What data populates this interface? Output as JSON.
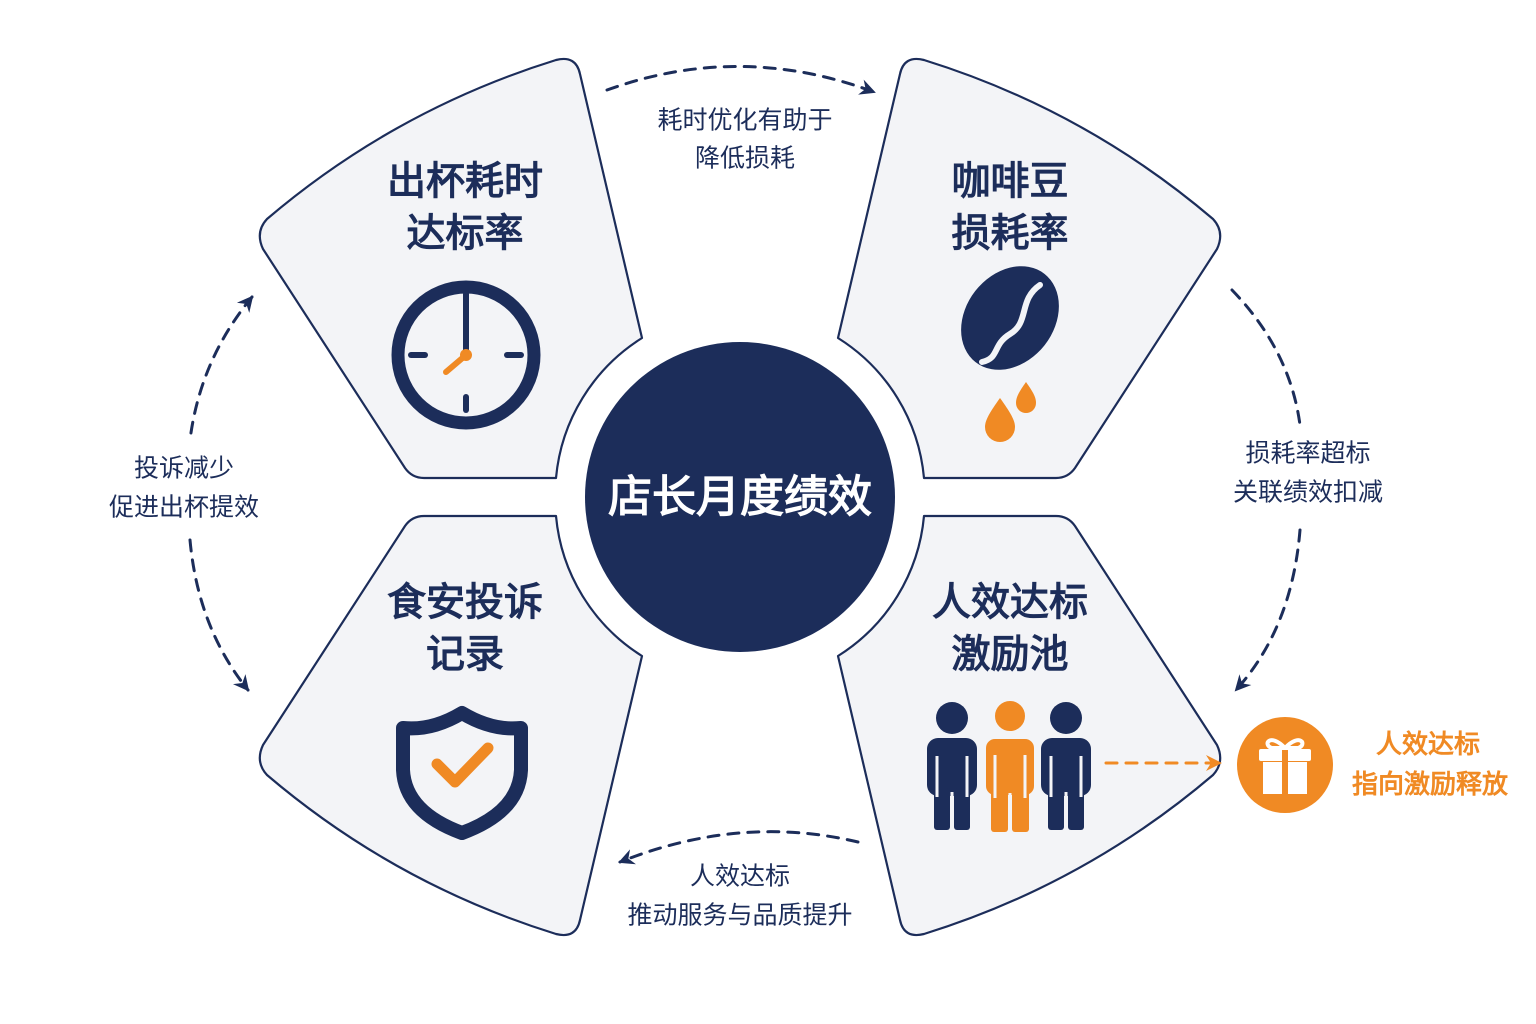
{
  "center": {
    "label": "店长月度绩效"
  },
  "panels": {
    "top_left": {
      "line1": "出杯耗时",
      "line2": "达标率",
      "icon": "clock-icon"
    },
    "top_right": {
      "line1": "咖啡豆",
      "line2": "损耗率",
      "icon": "coffee-bean-icon"
    },
    "bottom_left": {
      "line1": "食安投诉",
      "line2": "记录",
      "icon": "shield-check-icon"
    },
    "bottom_right": {
      "line1": "人效达标",
      "line2": "激励池",
      "icon": "people-icon"
    }
  },
  "links": {
    "top": {
      "line1": "耗时优化有助于",
      "line2": "降低损耗"
    },
    "right": {
      "line1": "损耗率超标",
      "line2": "关联绩效扣减"
    },
    "bottom": {
      "line1": "人效达标",
      "line2": "推动服务与品质提升"
    },
    "left": {
      "line1": "投诉减少",
      "line2": "促进出杯提效"
    }
  },
  "reward": {
    "line1": "人效达标",
    "line2": "指向激励释放",
    "icon": "gift-icon"
  },
  "colors": {
    "navy": "#1c2d5a",
    "orange": "#f08a24",
    "panel": "#f3f4f7",
    "background": "#ffffff"
  }
}
